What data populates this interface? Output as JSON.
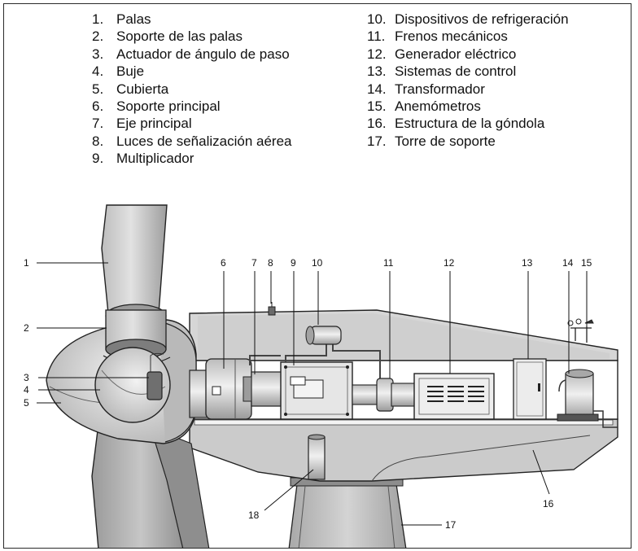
{
  "legend": {
    "left": [
      {
        "num": "1.",
        "label": "Palas"
      },
      {
        "num": "2.",
        "label": "Soporte de las palas"
      },
      {
        "num": "3.",
        "label": "Actuador de ángulo de paso"
      },
      {
        "num": "4.",
        "label": "Buje"
      },
      {
        "num": "5.",
        "label": "Cubierta"
      },
      {
        "num": "6.",
        "label": "Soporte principal"
      },
      {
        "num": "7.",
        "label": "Eje principal"
      },
      {
        "num": "8.",
        "label": "Luces de señalización aérea"
      },
      {
        "num": "9.",
        "label": "Multiplicador"
      }
    ],
    "right": [
      {
        "num": "10.",
        "label": "Dispositivos de refrigeración"
      },
      {
        "num": "11.",
        "label": "Frenos mecánicos"
      },
      {
        "num": "12.",
        "label": "Generador eléctrico"
      },
      {
        "num": "13.",
        "label": "Sistemas de control"
      },
      {
        "num": "14.",
        "label": "Transformador"
      },
      {
        "num": "15.",
        "label": "Anemómetros"
      },
      {
        "num": "16.",
        "label": "Estructura de la góndola"
      },
      {
        "num": "17.",
        "label": "Torre de soporte"
      }
    ]
  },
  "callouts": {
    "c1": "1",
    "c2": "2",
    "c3": "3",
    "c4": "4",
    "c5": "5",
    "c6": "6",
    "c7": "7",
    "c8": "8",
    "c9": "9",
    "c10": "10",
    "c11": "11",
    "c12": "12",
    "c13": "13",
    "c14": "14",
    "c15": "15",
    "c16": "16",
    "c17": "17",
    "c18": "18"
  }
}
